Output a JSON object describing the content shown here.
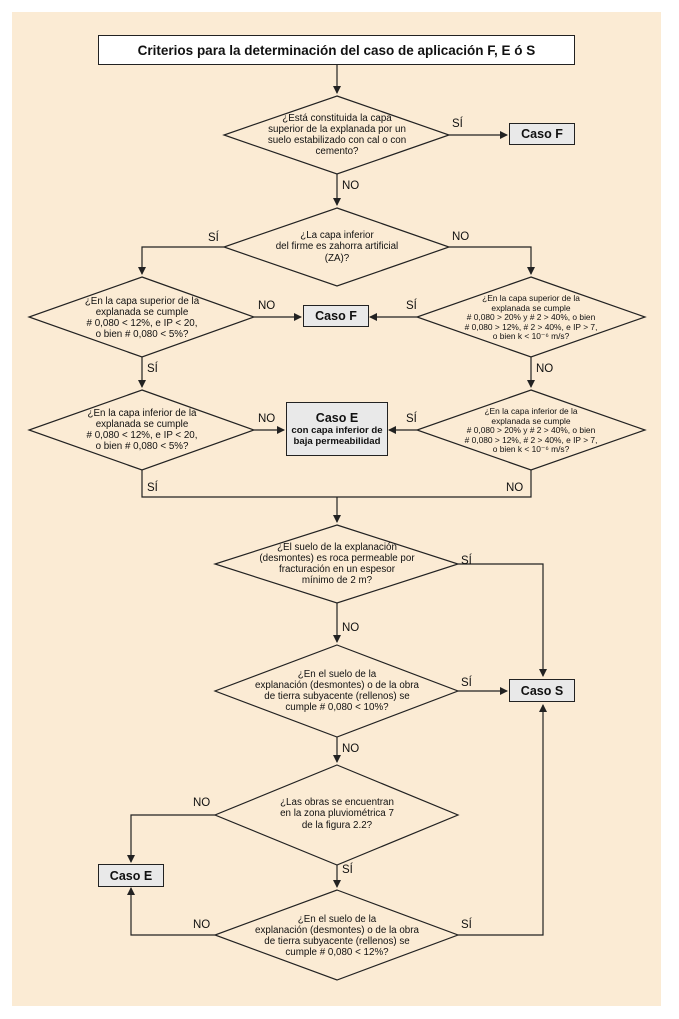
{
  "title": "Criterios para la determinación del caso de aplicación F, E ó S",
  "questions": {
    "q1": "¿Está constituida la capa\nsuperior de la explanada por un\nsuelo estabilizado con cal o con\ncemento?",
    "q2": "¿La capa inferior\ndel firme es zahorra artificial\n(ZA)?",
    "q3": "¿En la capa superior de la\nexplanada se cumple\n# 0,080 < 12%, e IP < 20,\no bien # 0,080 < 5%?",
    "q4": "¿En la capa superior de la\nexplanada se cumple\n# 0,080 > 20% y # 2 > 40%, o bien\n# 0,080 > 12%, # 2 > 40%, e IP > 7,\no bien k < 10⁻⁶ m/s?",
    "q5": "¿En la capa inferior de la\nexplanada se cumple\n# 0,080 < 12%, e IP < 20,\no bien # 0,080 < 5%?",
    "q6": "¿En la capa inferior de la\nexplanada se cumple\n# 0,080 > 20% y # 2 > 40%, o bien\n# 0,080 > 12%, # 2 > 40%, e IP > 7,\no bien k < 10⁻⁶ m/s?",
    "q7": "¿El suelo de la explanación\n(desmontes) es roca permeable por\nfracturación en un espesor\nmínimo de 2 m?",
    "q8": "¿En el suelo de la\nexplanación (desmontes) o de la obra\nde tierra subyacente (rellenos) se\ncumple # 0,080 < 10%?",
    "q9": "¿Las obras se encuentran\nen la zona pluviométrica 7\nde la figura 2.2?",
    "q10": "¿En el suelo de la\nexplanación (desmontes) o de la obra\nde tierra subyacente (rellenos) se\ncumple # 0,080 < 12%?"
  },
  "cases": {
    "caso_f_1": "Caso F",
    "caso_f_2": "Caso F",
    "caso_e_main": "Caso E",
    "caso_e_sub": "con capa inferior de\nbaja permeabilidad",
    "caso_s": "Caso S",
    "caso_e_2": "Caso E"
  },
  "labels": {
    "yes": "SÍ",
    "no": "NO"
  }
}
